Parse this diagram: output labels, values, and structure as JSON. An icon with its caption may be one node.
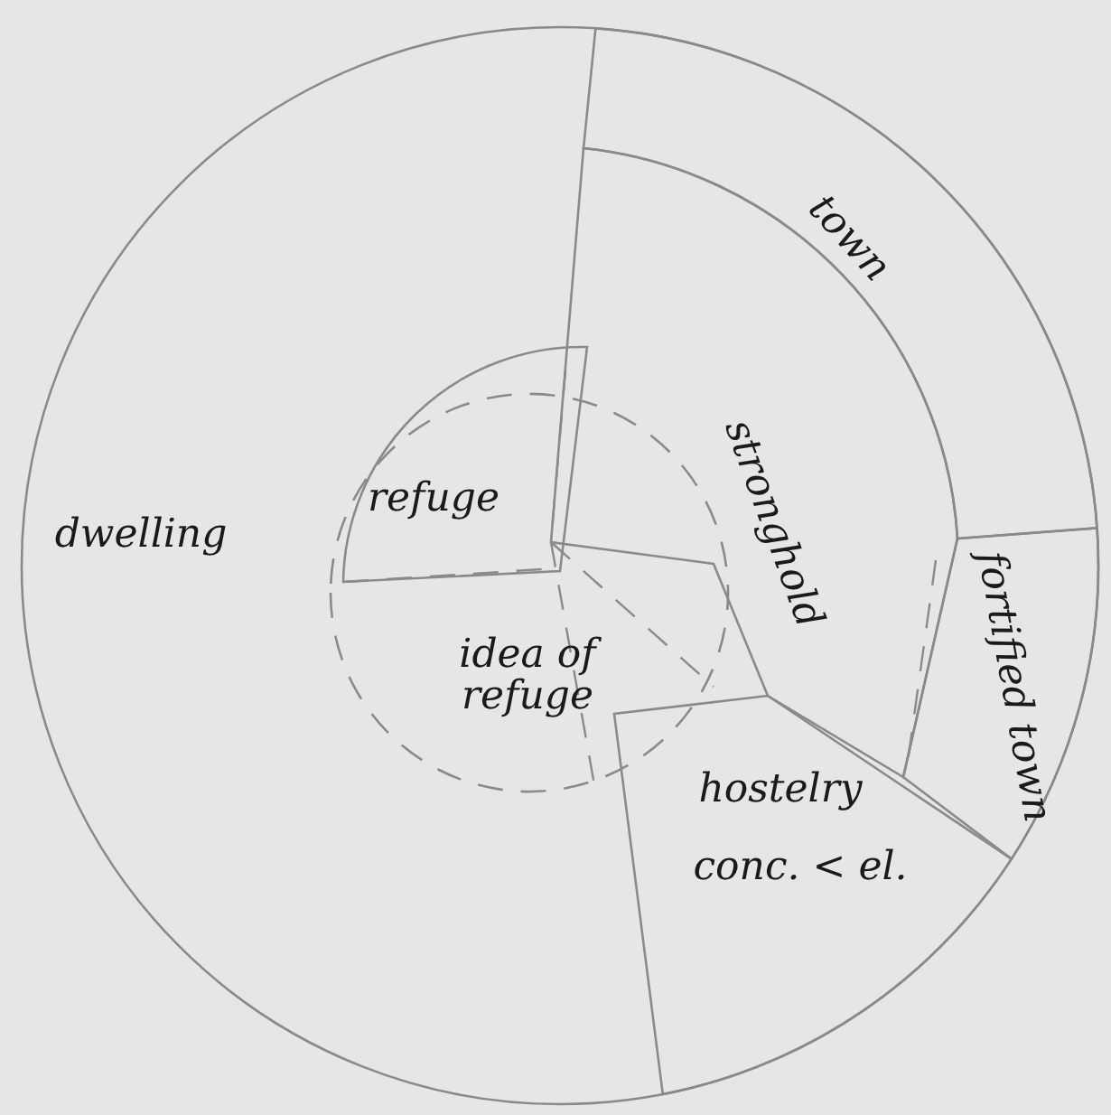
{
  "diagram": {
    "nodes": [
      {
        "text": [
          "dwelling"
        ]
      },
      {
        "text": [
          "town"
        ],
        "in": 0
      },
      {
        "text": [
          "stronghold"
        ],
        "in": 0
      },
      {
        "text": [
          "fortified town"
        ],
        "in": 0
      },
      {
        "text": [
          "hostelry",
          "conc. < el."
        ],
        "in": 0
      },
      {
        "text": [
          "refuge"
        ],
        "in": 0
      },
      {
        "text": [
          "idea of refuge"
        ],
        "in": 0
      }
    ]
  }
}
